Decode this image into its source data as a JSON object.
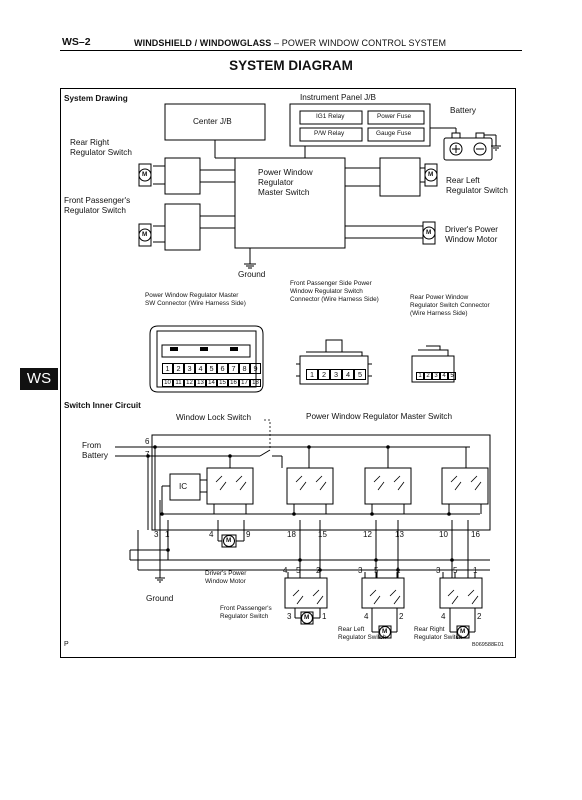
{
  "header": {
    "page_code": "WS–2",
    "section": "WINDSHIELD / WINDOWGLASS",
    "separator": "–",
    "subsection": "POWER WINDOW CONTROL SYSTEM"
  },
  "page_title": "SYSTEM DIAGRAM",
  "side_tab": "WS",
  "system_drawing": {
    "heading": "System Drawing",
    "instrument_panel_jb": "Instrument Panel J/B",
    "center_jb": "Center J/B",
    "ig1_relay": "IG1 Relay",
    "power_fuse": "Power Fuse",
    "pw_relay": "P/W Relay",
    "gauge_fuse": "Gauge Fuse",
    "battery": "Battery",
    "rear_right_line1": "Rear Right",
    "rear_right_line2": "Regulator Switch",
    "front_passenger_line1": "Front Passenger's",
    "front_passenger_line2": "Regulator Switch",
    "master_line1": "Power Window",
    "master_line2": "Regulator",
    "master_line3": "Master Switch",
    "rear_left_line1": "Rear Left",
    "rear_left_line2": "Regulator Switch",
    "driver_motor_line1": "Driver's Power",
    "driver_motor_line2": "Window Motor",
    "ground": "Ground",
    "motor_symbol": "M"
  },
  "connectors": {
    "master_line1": "Power Window Regulator Master",
    "master_line2": "SW Connector (Wire Harness Side)",
    "front_line1": "Front Passenger Side Power",
    "front_line2": "Window Regulator Switch",
    "front_line3": "Connector (Wire Harness Side)",
    "rear_line1": "Rear Power Window",
    "rear_line2": "Regulator Switch Connector",
    "rear_line3": "(Wire Harness Side)",
    "master_pins_top": [
      "1",
      "2",
      "3",
      "4",
      "5",
      "6",
      "7",
      "8",
      "9"
    ],
    "master_pins_bottom": [
      "10",
      "11",
      "12",
      "13",
      "14",
      "15",
      "16",
      "17",
      "18"
    ],
    "front_pins": [
      "1",
      "2",
      "3",
      "4",
      "5"
    ],
    "rear_pins": [
      "1",
      "2",
      "3",
      "4",
      "5"
    ]
  },
  "switch_inner_circuit": {
    "heading": "Switch Inner Circuit",
    "window_lock_switch": "Window Lock Switch",
    "master_switch": "Power Window Regulator Master Switch",
    "from_battery_line1": "From",
    "from_battery_line2": "Battery",
    "ic": "IC",
    "ground": "Ground",
    "driver_motor_line1": "Driver's Power",
    "driver_motor_line2": "Window Motor",
    "front_switch_line1": "Front Passenger's",
    "front_switch_line2": "Regulator Switch",
    "rear_left_line1": "Rear Left",
    "rear_left_line2": "Regulator Switch",
    "rear_right_line1": "Rear Right",
    "rear_right_line2": "Regulator Switch",
    "pins": {
      "p6": "6",
      "p7": "7",
      "p3": "3",
      "p1": "1",
      "p4": "4",
      "p9": "9",
      "p18": "18",
      "p15": "15",
      "p12": "12",
      "p13": "13",
      "p10": "10",
      "p16": "16"
    },
    "sub_pins": {
      "a4": "4",
      "a5": "5",
      "a2": "2",
      "a3": "3",
      "a1": "1",
      "b3": "3",
      "b5": "5",
      "b1": "1",
      "b4": "4",
      "b2": "2",
      "c3": "3",
      "c5": "5",
      "c1": "1",
      "c4": "4",
      "c2": "2"
    }
  },
  "footer": {
    "page_mark": "P",
    "figure_id": "B069588E01"
  }
}
